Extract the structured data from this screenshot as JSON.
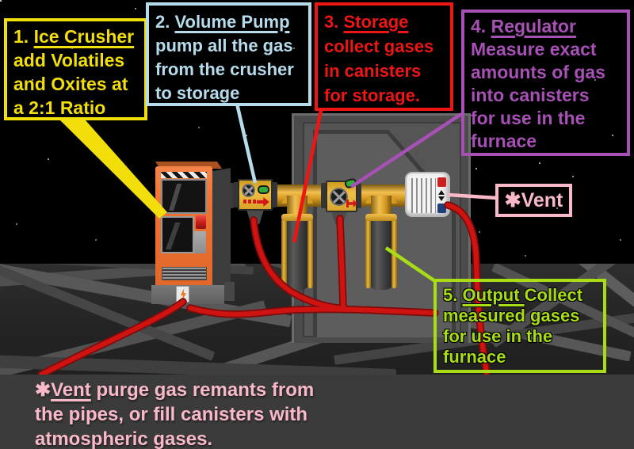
{
  "colors": {
    "annotation_yellow": "#f2de0a",
    "annotation_blue": "#b6dcec",
    "annotation_red": "#ee1515",
    "annotation_purple": "#a750b5",
    "annotation_green": "#a8dc16",
    "annotation_pink": "#f9b9c8",
    "cable_red": "#cf1310",
    "pipe_gold": "#e2a62c",
    "crusher_orange": "#ec7434"
  },
  "annotations": {
    "ice_crusher": {
      "number": "1. ",
      "title": "Ice Crusher",
      "lines": [
        "add Volatiles",
        "and Oxites at",
        "a 2:1 Ratio"
      ]
    },
    "volume_pump": {
      "number": "2. ",
      "title": "Volume Pump",
      "lines": [
        "pump all the gas",
        "from the crusher",
        "to storage"
      ]
    },
    "storage": {
      "number": "3. ",
      "title": "Storage",
      "lines": [
        "collect gases",
        "in canisters",
        "for storage."
      ]
    },
    "regulator": {
      "number": "4. ",
      "title": "Regulator",
      "lines": [
        "Measure exact",
        "amounts of gas",
        "into canisters",
        "for use in the",
        "furnace"
      ]
    },
    "output": {
      "number": "5. ",
      "title": "Output ",
      "title_suffix": "Collect",
      "lines": [
        "measured gases",
        "for use in the",
        "furnace"
      ]
    },
    "vent_label": {
      "star": "✱",
      "text": "Vent"
    },
    "vent_note": {
      "star": "✱",
      "term": "Vent",
      "line1_rest": " purge gas remants from",
      "lines": [
        "the pipes, or fill canisters with",
        "atmospheric gases."
      ]
    }
  }
}
